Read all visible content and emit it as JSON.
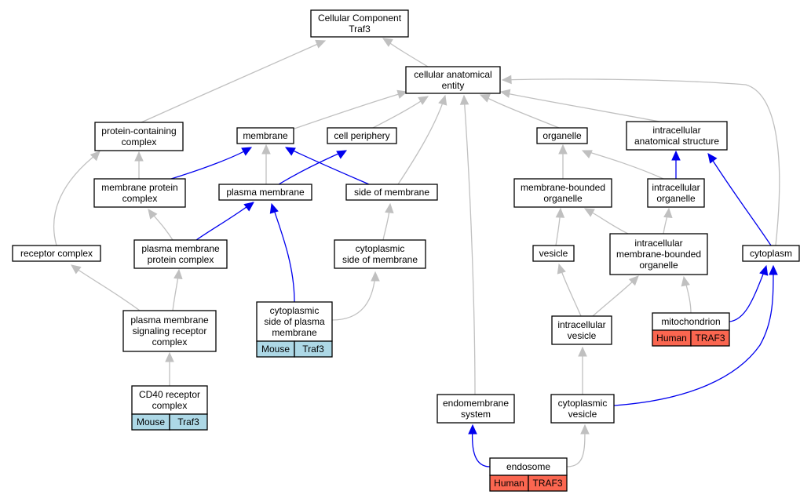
{
  "colors": {
    "mouse_tag": "#add8e6",
    "human_tag": "#fa6650",
    "is_a_edge": "#c0c0c0",
    "part_of_edge": "#0000ee"
  },
  "nodes": {
    "root": [
      "Cellular Component",
      "Traf3"
    ],
    "cae": [
      "cellular anatomical",
      "entity"
    ],
    "pcc": [
      "protein-containing",
      "complex"
    ],
    "membrane": [
      "membrane"
    ],
    "cellper": [
      "cell periphery"
    ],
    "organelle": [
      "organelle"
    ],
    "ias": [
      "intracellular",
      "anatomical structure"
    ],
    "mpc": [
      "membrane protein",
      "complex"
    ],
    "pm": [
      "plasma membrane"
    ],
    "som": [
      "side of membrane"
    ],
    "mbo": [
      "membrane-bounded",
      "organelle"
    ],
    "io": [
      "intracellular",
      "organelle"
    ],
    "rc": [
      "receptor complex"
    ],
    "pmpc": [
      "plasma membrane",
      "protein complex"
    ],
    "csom": [
      "cytoplasmic",
      "side of membrane"
    ],
    "vesicle": [
      "vesicle"
    ],
    "imbo": [
      "intracellular",
      "membrane-bounded",
      "organelle"
    ],
    "cyto": [
      "cytoplasm"
    ],
    "pmsrc": [
      "plasma membrane",
      "signaling receptor",
      "complex"
    ],
    "cspm": [
      "cytoplasmic",
      "side of plasma",
      "membrane"
    ],
    "ivesicle": [
      "intracellular",
      "vesicle"
    ],
    "mito": [
      "mitochondrion"
    ],
    "cd40": [
      "CD40 receptor",
      "complex"
    ],
    "ems": [
      "endomembrane",
      "system"
    ],
    "cvesicle": [
      "cytoplasmic",
      "vesicle"
    ],
    "endosome": [
      "endosome"
    ]
  },
  "tags": {
    "cspm": [
      "Mouse",
      "Traf3"
    ],
    "mito": [
      "Human",
      "TRAF3"
    ],
    "cd40": [
      "Mouse",
      "Traf3"
    ],
    "endosome": [
      "Human",
      "TRAF3"
    ]
  }
}
